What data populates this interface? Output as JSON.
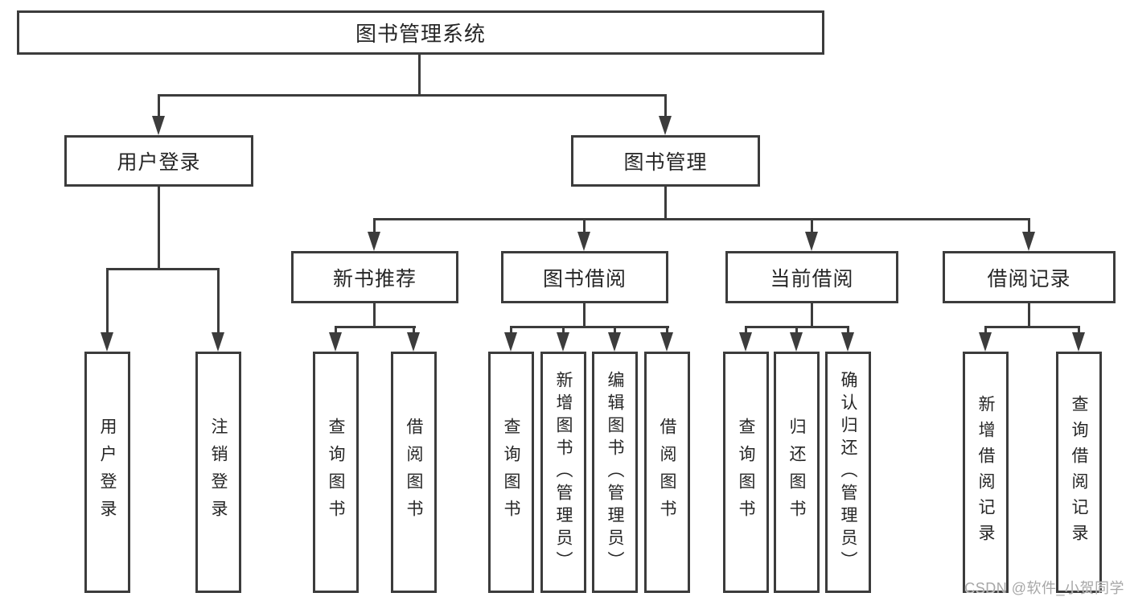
{
  "diagram": {
    "root": {
      "label": "图书管理系统"
    },
    "level2": [
      {
        "label": "用户登录"
      },
      {
        "label": "图书管理"
      }
    ],
    "level3": [
      {
        "label": "新书推荐"
      },
      {
        "label": "图书借阅"
      },
      {
        "label": "当前借阅"
      },
      {
        "label": "借阅记录"
      }
    ],
    "leaves": [
      {
        "label": "用户登录"
      },
      {
        "label": "注销登录"
      },
      {
        "label": "查询图书"
      },
      {
        "label": "借阅图书"
      },
      {
        "label": "查询图书"
      },
      {
        "label": "新增图书（管理员）"
      },
      {
        "label": "编辑图书（管理员）"
      },
      {
        "label": "借阅图书"
      },
      {
        "label": "查询图书"
      },
      {
        "label": "归还图书"
      },
      {
        "label": "确认归还（管理员）"
      },
      {
        "label": "新增借阅记录"
      },
      {
        "label": "查询借阅记录"
      }
    ]
  },
  "watermark": {
    "text": "CSDN @软件_小贺同学"
  },
  "colors": {
    "line": "#3c3c3c",
    "text": "#262626",
    "watermark": "#a7a7a7",
    "background": "#ffffff"
  }
}
